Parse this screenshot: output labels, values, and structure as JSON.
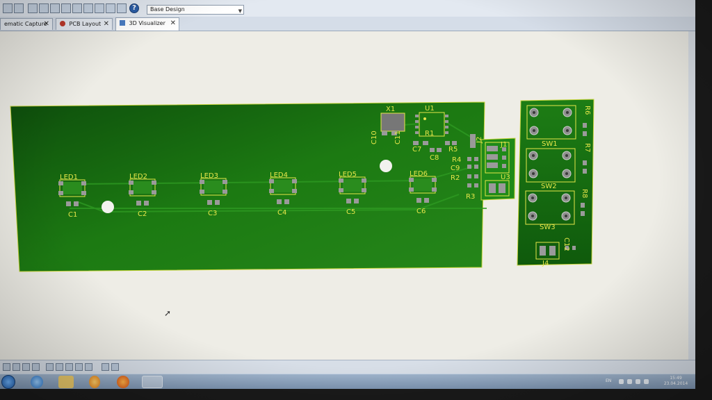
{
  "toolbar": {
    "design_select": {
      "value": "Base Design"
    },
    "icons": [
      "new-icon",
      "save-icon",
      "cut-icon",
      "copy-icon",
      "paste-icon",
      "undo-icon",
      "redo-icon",
      "grid-icon",
      "list-icon",
      "document-icon",
      "help-icon"
    ]
  },
  "tabs": [
    {
      "label": "ematic Capture",
      "active": false
    },
    {
      "label": "PCB Layout",
      "active": false
    },
    {
      "label": "3D Visualizer",
      "active": true
    }
  ],
  "colors": {
    "board_green": "#1c7a12",
    "silkscreen": "#e6e64a",
    "pad_gray": "#9a9a9a",
    "workspace_bg": "#eeede6"
  },
  "main_board": {
    "leds": [
      "LED1",
      "LED2",
      "LED3",
      "LED4",
      "LED5",
      "LED6"
    ],
    "caps": [
      "C1",
      "C2",
      "C3",
      "C4",
      "C5",
      "C6"
    ],
    "labels": [
      "X1",
      "U1",
      "R1",
      "C10",
      "C11",
      "C7",
      "C8",
      "R5",
      "J2",
      "R4",
      "C9",
      "R2",
      "R3"
    ]
  },
  "small_board_j": {
    "labels": [
      "J1",
      "U3"
    ]
  },
  "switch_board": {
    "switches": [
      "SW1",
      "SW2",
      "SW3"
    ],
    "labels": [
      "R6",
      "R7",
      "R8",
      "C12",
      "J4"
    ]
  },
  "taskbar": {
    "lang": "EN",
    "time": "15:49",
    "date": "23.04.2014"
  }
}
